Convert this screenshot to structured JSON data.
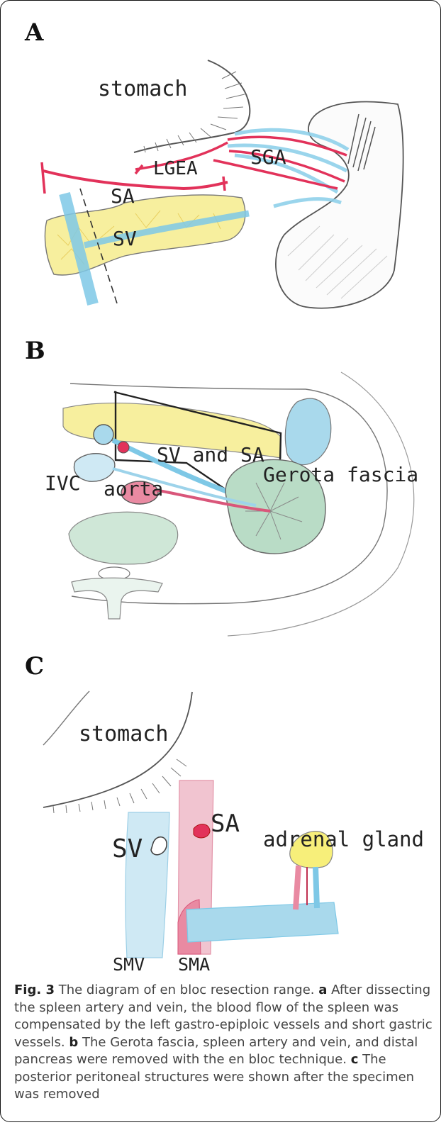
{
  "panels": {
    "a": {
      "letter": "A",
      "labels": {
        "stomach": "stomach",
        "lgea": "LGEA",
        "sga": "SGA",
        "sa": "SA",
        "sv": "SV"
      }
    },
    "b": {
      "letter": "B",
      "labels": {
        "sv_sa": "SV and SA",
        "ivc": "IVC",
        "aorta": "aorta",
        "gerota": "Gerota fascia"
      }
    },
    "c": {
      "letter": "C",
      "labels": {
        "stomach": "stomach",
        "sa": "SA",
        "sv": "SV",
        "adrenal": "adrenal gland",
        "smv": "SMV",
        "sma": "SMA"
      }
    }
  },
  "caption": {
    "fig_label": "Fig. 3",
    "intro": "The diagram of en bloc resection range.",
    "a_letter": "a",
    "a_text": "After dissecting the spleen artery and vein, the blood flow of the spleen was compensated by the left gastro-epiploic vessels and short gastric vessels.",
    "b_letter": "b",
    "b_text": "The Gerota fascia, spleen artery and vein, and distal pancreas were removed with the en bloc technique.",
    "c_letter": "c",
    "c_text": "The posterior peritoneal structures were shown after the specimen was removed"
  },
  "colors": {
    "artery": "#e2325a",
    "vein": "#7ec8e6",
    "pancreas": "#f7ef9e",
    "kidney": "#b9dcc6",
    "pencil": "#6f6f6f",
    "outline": "#222222"
  }
}
